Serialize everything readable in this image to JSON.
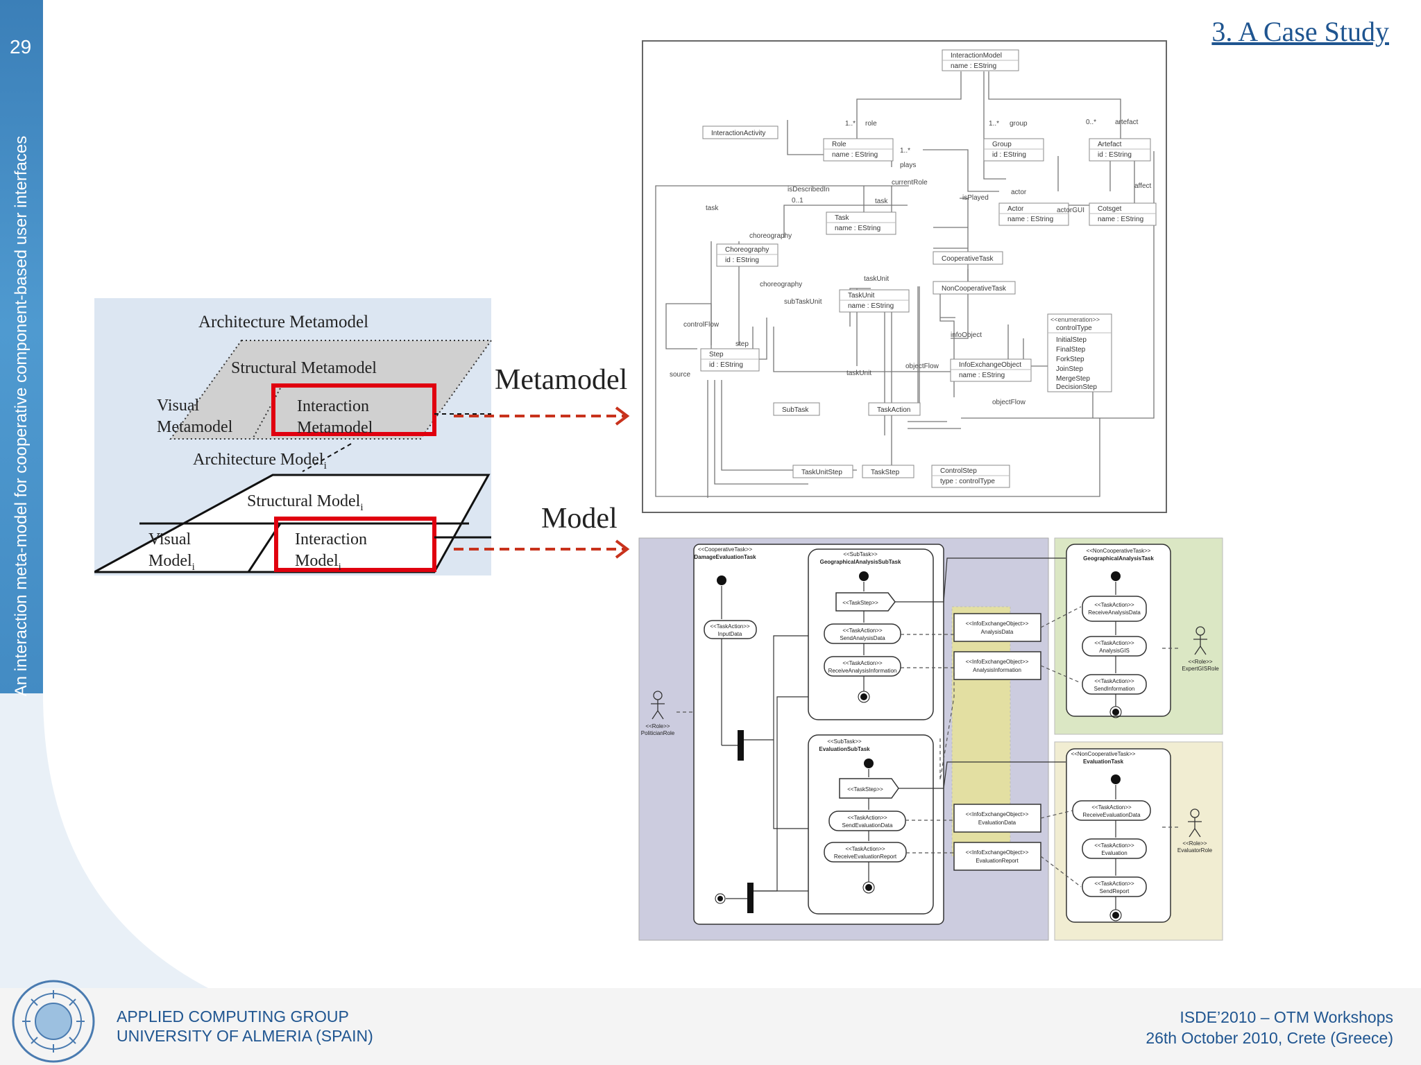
{
  "slide_number": "29",
  "side_title": "An interaction meta-model for cooperative component-based user interfaces",
  "heading": "3. A Case Study",
  "footer": {
    "left_line1": "APPLIED COMPUTING GROUP",
    "left_line2": "UNIVERSITY OF ALMERIA (SPAIN)",
    "right_line1": "ISDE’2010 – OTM Workshops",
    "right_line2": "26th October 2010, Crete (Greece)"
  },
  "arch_diagram": {
    "arch_metamodel": "Architecture Metamodel",
    "structural_metamodel": "Structural Metamodel",
    "visual_metamodel_1": "Visual",
    "visual_metamodel_2": "Metamodel",
    "interaction_metamodel_1": "Interaction",
    "interaction_metamodel_2": "Metamodel",
    "arch_model": "Architecture Model",
    "structural_model": "Structural Model",
    "visual_model_1": "Visual",
    "visual_model_2": "Model",
    "interaction_model_1": "Interaction",
    "interaction_model_2": "Model",
    "subscript": "i"
  },
  "labels": {
    "metamodel": "Metamodel",
    "model": "Model"
  },
  "metamodel_classes": [
    {
      "name": "InteractionModel",
      "attr": "name : EString"
    },
    {
      "name": "InteractionActivity",
      "attr": ""
    },
    {
      "name": "Role",
      "attr": "name : EString"
    },
    {
      "name": "Group",
      "attr": "id : EString"
    },
    {
      "name": "Artefact",
      "attr": "id : EString"
    },
    {
      "name": "Actor",
      "attr": "name : EString"
    },
    {
      "name": "Cotsget",
      "attr": "name : EString"
    },
    {
      "name": "Task",
      "attr": "name : EString"
    },
    {
      "name": "Choreography",
      "attr": "id : EString"
    },
    {
      "name": "CooperativeTask",
      "attr": ""
    },
    {
      "name": "NonCooperativeTask",
      "attr": ""
    },
    {
      "name": "TaskUnit",
      "attr": "name : EString"
    },
    {
      "name": "Step",
      "attr": "id : EString"
    },
    {
      "name": "InfoExchangeObject",
      "attr": "name : EString"
    },
    {
      "name": "SubTask",
      "attr": ""
    },
    {
      "name": "TaskAction",
      "attr": ""
    },
    {
      "name": "TaskUnitStep",
      "attr": ""
    },
    {
      "name": "TaskStep",
      "attr": ""
    },
    {
      "name": "ControlStep",
      "attr": "type : controlType"
    }
  ],
  "metamodel_enum": {
    "stereotype": "<<enumeration>>",
    "name": "controlType",
    "literals": [
      "InitialStep",
      "FinalStep",
      "ForkStep",
      "JoinStep",
      "MergeStep",
      "DecisionStep"
    ]
  },
  "metamodel_assoc": {
    "role": "role",
    "group": "group",
    "artefact": "artefact",
    "plays": "plays",
    "currentRole": "currentRole",
    "isDescribedIn": "isDescribedIn",
    "isPlayed": "isPlayed",
    "actor": "actor",
    "actorGUI": "actorGUI",
    "affect": "affect",
    "task": "task",
    "choreography": "choreography",
    "taskUnit": "taskUnit",
    "subTaskUnit": "subTaskUnit",
    "controlFlow": "controlFlow",
    "step": "step",
    "source": "source",
    "infoObject": "infoObject",
    "objectFlow": "objectFlow",
    "m1s": "1..*",
    "m0s": "0..*",
    "m01": "0..1",
    "m1": "1"
  },
  "model_diagram": {
    "coop_stereo": "<<CooperativeTask>>",
    "coop_name": "DamageEvaluationTask",
    "subtask_stereo": "<<SubTask>>",
    "sub1_name": "GeographicalAnalysisSubTask",
    "sub2_name": "EvaluationSubTask",
    "taskstep": "<<TaskStep>>",
    "taskaction": "<<TaskAction>>",
    "input_data": "InputData",
    "send_analysis": "SendAnalysisData",
    "receive_analysis": "ReceiveAnalysisInformation",
    "send_eval": "SendEvaluationData",
    "receive_eval": "ReceiveEvaluationReport",
    "ieo_stereo": "<<InfoExchangeObject>>",
    "ieo1": "AnalysisData",
    "ieo2": "AnalysisInformation",
    "ieo3": "EvaluationData",
    "ieo4": "EvaluationReport",
    "noncoop_stereo": "<<NonCooperativeTask>>",
    "nc1_name": "GeographicalAnalysisTask",
    "nc2_name": "EvaluationTask",
    "receive_analysis_data": "ReceiveAnalysisData",
    "analysis_gis": "AnalysisGIS",
    "send_information": "SendInformation",
    "receive_evaluation_data": "ReceiveEvaluationData",
    "evaluation": "Evaluation",
    "send_report": "SendReport",
    "role_stereo": "<<Role>>",
    "role_politician": "PoliticianRole",
    "role_expert": "ExpertGISRole",
    "role_evaluator": "EvaluatorRole"
  }
}
